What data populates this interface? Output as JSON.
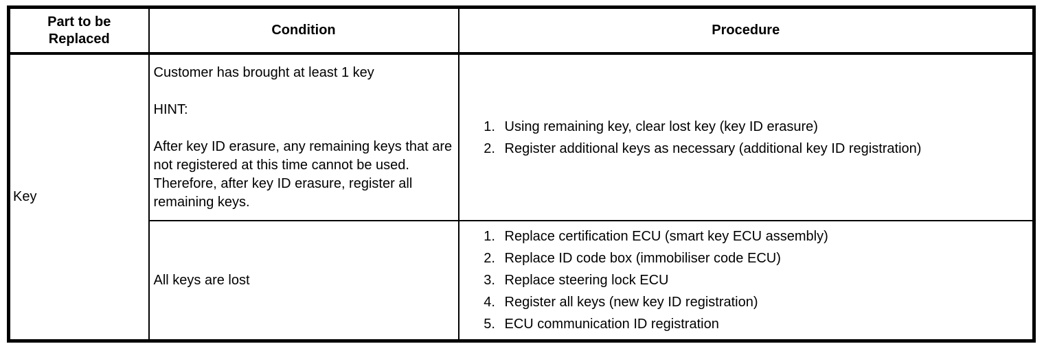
{
  "table": {
    "headers": {
      "part": "Part to be\nReplaced",
      "condition": "Condition",
      "procedure": "Procedure"
    },
    "rows": [
      {
        "part": "Key",
        "condition_paragraphs": [
          "Customer has brought at least 1 key",
          "HINT:",
          "After key ID erasure, any remaining keys that are not registered at this time cannot be used. Therefore, after key ID erasure, register all remaining keys."
        ],
        "procedure_steps": [
          "Using remaining key, clear lost key (key ID erasure)",
          "Register additional keys as necessary (additional key ID registration)"
        ]
      },
      {
        "condition_paragraphs": [
          "All keys are lost"
        ],
        "procedure_steps": [
          "Replace certification ECU (smart key ECU assembly)",
          "Replace ID code box (immobiliser code ECU)",
          "Replace steering lock ECU",
          "Register all keys (new key ID registration)",
          "ECU communication ID registration"
        ]
      }
    ],
    "colors": {
      "border": "#000000",
      "text": "#000000",
      "background": "#ffffff"
    }
  }
}
